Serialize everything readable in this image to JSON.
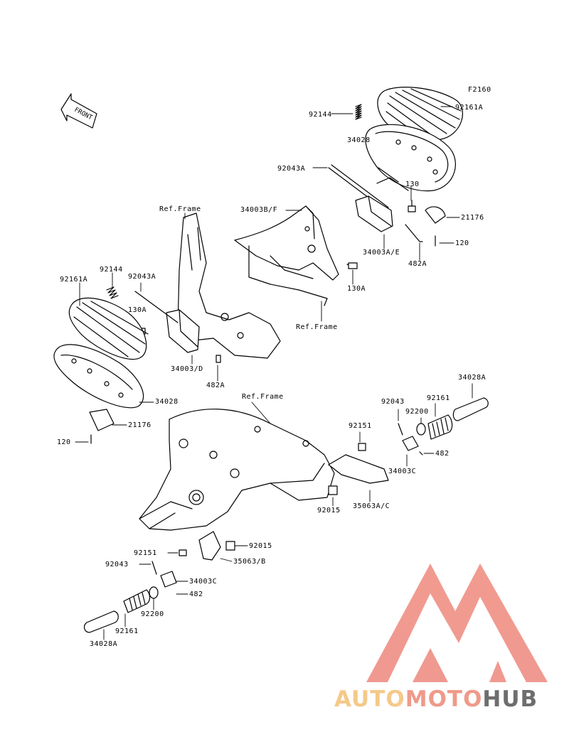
{
  "diagram": {
    "code": "F2160",
    "front_arrow_label": "FRONT",
    "labels": {
      "p92144_r": "92144",
      "p34028_r": "34028",
      "p92161a_r": "92161A",
      "p92043a_r": "92043A",
      "p130_r": "130",
      "p21176_r": "21176",
      "p120_r": "120",
      "p34003bf": "34003B/F",
      "p34003ae": "34003A/E",
      "p482a_r": "482A",
      "p130a_r": "130A",
      "ref_frame_top": "Ref.Frame",
      "ref_frame_mid": "Ref.Frame",
      "ref_frame_low": "Ref.Frame",
      "p92161a_l": "92161A",
      "p92144_l": "92144",
      "p92043a_l": "92043A",
      "p130a_l": "130A",
      "p34003d": "34003/D",
      "p482a_l": "482A",
      "p34028_l": "34028",
      "p21176_l": "21176",
      "p120_l": "120",
      "p34028a_r": "34028A",
      "p92043_r": "92043",
      "p92161_r": "92161",
      "p92200_r": "92200",
      "p92151_r": "92151",
      "p482_r": "482",
      "p34003c_r": "34003C",
      "p92015_r": "92015",
      "p35063ac": "35063A/C",
      "p92151_l": "92151",
      "p92015_l": "92015",
      "p92043_l": "92043",
      "p35063b": "35063/B",
      "p34003c_l": "34003C",
      "p482_l": "482",
      "p92200_l": "92200",
      "p92161_l": "92161",
      "p34028a_l": "34028A"
    }
  },
  "watermark": {
    "part1": "AUTO",
    "part2": "MOTO",
    "part3": "HUB",
    "color_auto": "#f5c98a",
    "color_moto": "#ef9a8a",
    "color_hub": "#6e6e6e",
    "logo_color": "#ef8f84"
  }
}
